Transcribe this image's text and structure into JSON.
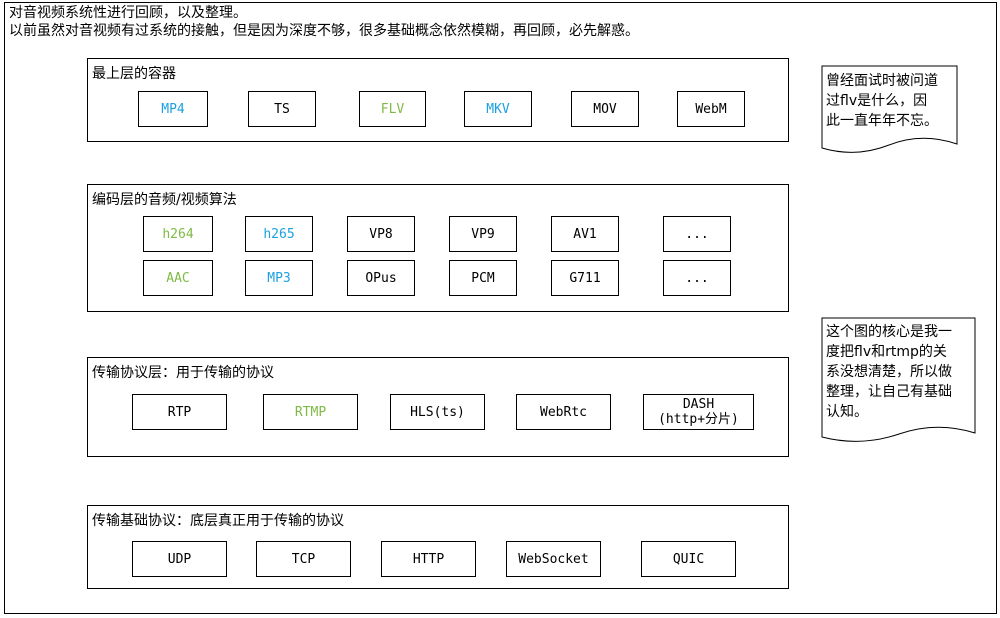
{
  "intro": {
    "line1": "对音视频系统性进行回顾，以及整理。",
    "line2": "以前虽然对音视频有过系统的接触，但是因为深度不够，很多基础概念依然模糊，再回顾，必先解惑。"
  },
  "layers": [
    {
      "title": "最上层的容器",
      "items": [
        {
          "label": "MP4",
          "color": "#1ba1e2"
        },
        {
          "label": "TS",
          "color": "#000000"
        },
        {
          "label": "FLV",
          "color": "#7fba45"
        },
        {
          "label": "MKV",
          "color": "#1ba1e2"
        },
        {
          "label": "MOV",
          "color": "#000000"
        },
        {
          "label": "WebM",
          "color": "#000000"
        }
      ]
    },
    {
      "title": "编码层的音频/视频算法",
      "items": [
        {
          "label": "h264",
          "color": "#7fba45"
        },
        {
          "label": "h265",
          "color": "#1ba1e2"
        },
        {
          "label": "VP8",
          "color": "#000000"
        },
        {
          "label": "VP9",
          "color": "#000000"
        },
        {
          "label": "AV1",
          "color": "#000000"
        },
        {
          "label": "...",
          "color": "#000000"
        },
        {
          "label": "AAC",
          "color": "#7fba45"
        },
        {
          "label": "MP3",
          "color": "#1ba1e2"
        },
        {
          "label": "OPus",
          "color": "#000000"
        },
        {
          "label": "PCM",
          "color": "#000000"
        },
        {
          "label": "G711",
          "color": "#000000"
        },
        {
          "label": "...",
          "color": "#000000"
        }
      ]
    },
    {
      "title": "传输协议层：用于传输的协议",
      "items": [
        {
          "label": "RTP",
          "color": "#000000"
        },
        {
          "label": "RTMP",
          "color": "#7fba45"
        },
        {
          "label": "HLS(ts)",
          "color": "#000000"
        },
        {
          "label": "WebRtc",
          "color": "#000000"
        },
        {
          "label": "DASH",
          "label2": "(http+分片)",
          "color": "#000000"
        }
      ]
    },
    {
      "title": "传输基础协议：底层真正用于传输的协议",
      "items": [
        {
          "label": "UDP",
          "color": "#000000"
        },
        {
          "label": "TCP",
          "color": "#000000"
        },
        {
          "label": "HTTP",
          "color": "#000000"
        },
        {
          "label": "WebSocket",
          "color": "#000000"
        },
        {
          "label": "QUIC",
          "color": "#000000"
        }
      ]
    }
  ],
  "notes": [
    {
      "lines": [
        "曾经面试时被问道",
        "过flv是什么，因",
        "此一直年年不忘。"
      ]
    },
    {
      "lines": [
        "这个图的核心是我一",
        "度把flv和rtmp的关",
        "系没想清楚，所以做",
        "整理，让自己有基础",
        "认知。"
      ]
    }
  ]
}
